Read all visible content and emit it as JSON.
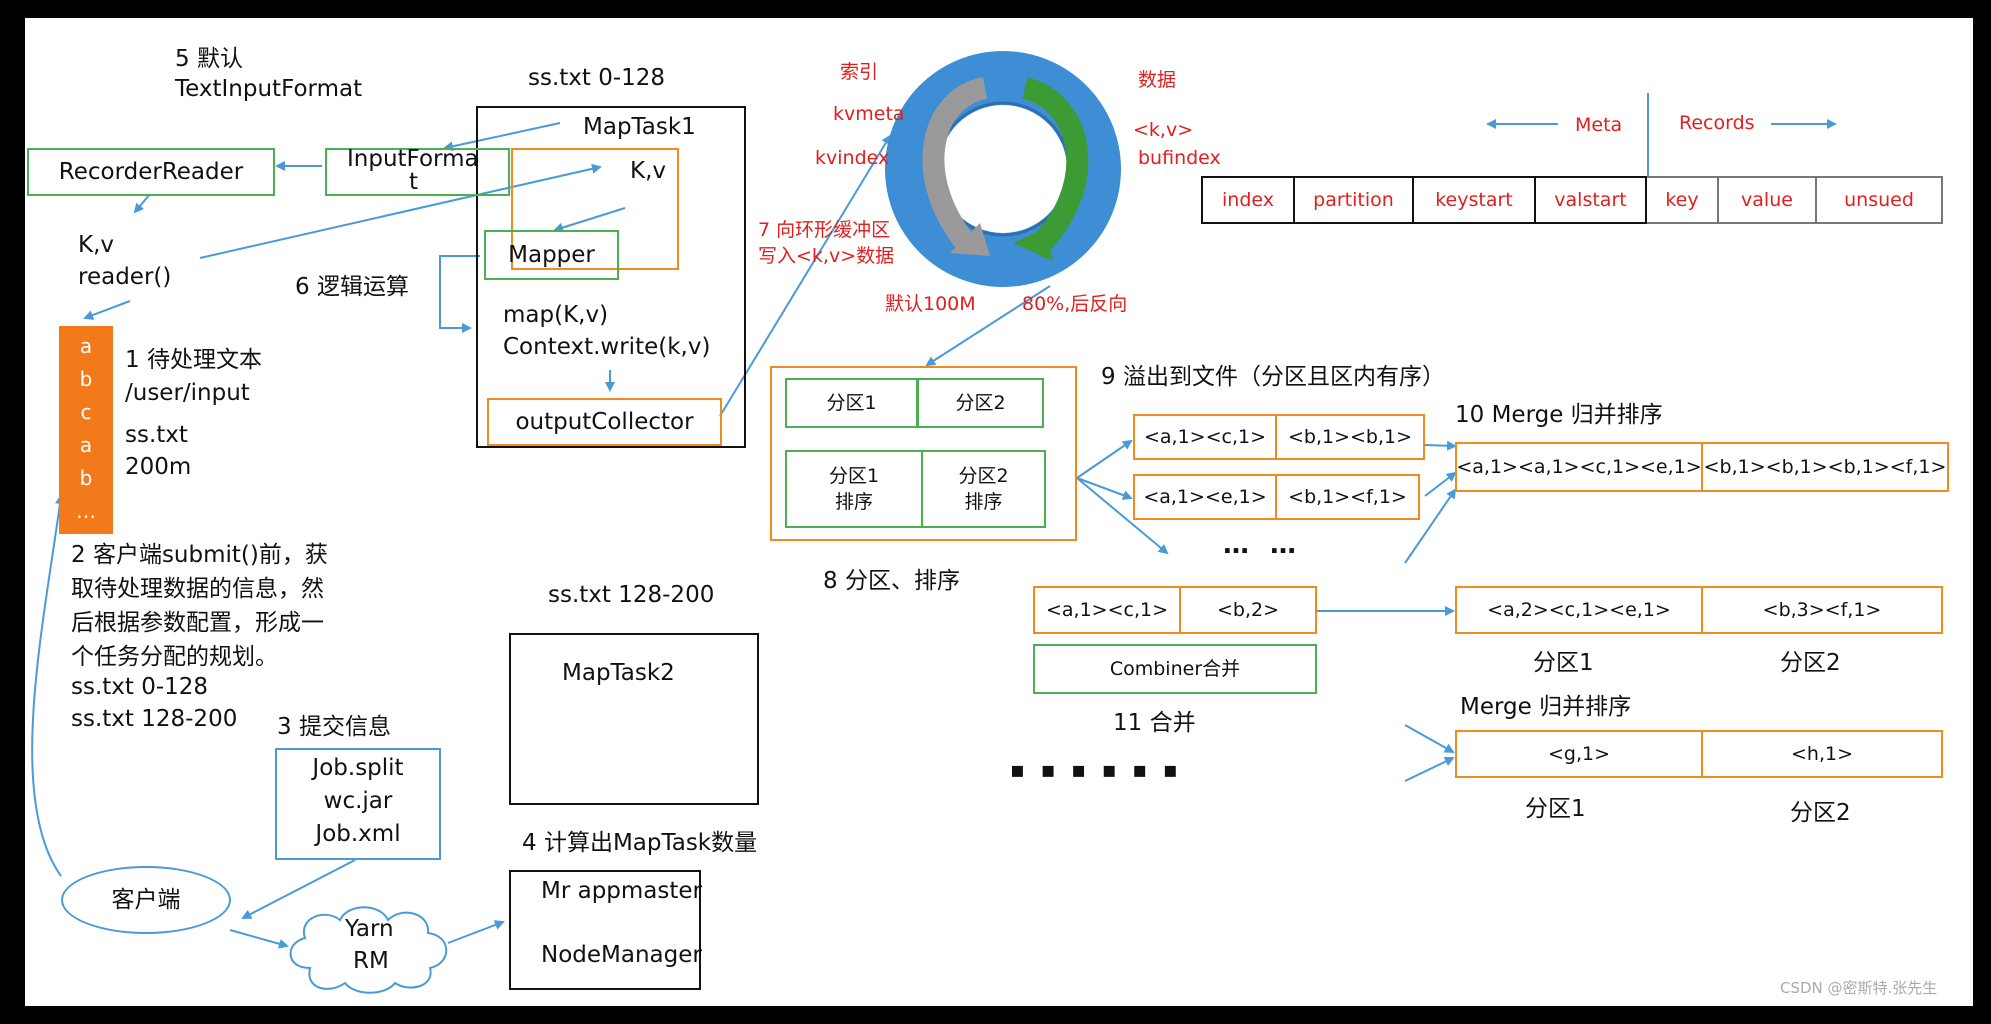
{
  "steps": {
    "s5_line1": "5 默认",
    "s5_line2": "TextInputFormat",
    "s6": "6 逻辑运算",
    "s1_line1": "1 待处理文本",
    "s1_line2": "/user/input",
    "s1_line3": "ss.txt",
    "s1_line4": "200m",
    "s2_line1": "2 客户端submit()前，获",
    "s2_line2": "取待处理数据的信息，然",
    "s2_line3": "后根据参数配置，形成一",
    "s2_line4": "个任务分配的规划。",
    "s2_line5": "ss.txt  0-128",
    "s2_line6": "ss.txt  128-200",
    "s3": "3 提交信息",
    "s4": "4 计算出MapTask数量",
    "s7_line1": "7 向环形缓冲区",
    "s7_line2": "写入<k,v>数据",
    "s8": "8 分区、排序",
    "s9": "9 溢出到文件（分区且区内有序）",
    "s10": "10 Merge 归并排序",
    "s11": "11 合并"
  },
  "maptask1": {
    "split": "ss.txt 0-128",
    "title": "MapTask1",
    "kv": "K,v",
    "mapper": "Mapper",
    "map_call": "map(K,v)",
    "write_call": "Context.write(k,v)",
    "collector": "outputCollector"
  },
  "input": {
    "recorder_reader": "RecorderReader",
    "input_format_line1": "InputForma",
    "input_format_line2": "t",
    "kv": "K,v",
    "reader": "reader()",
    "file_chars": [
      "a",
      "b",
      "c",
      "a",
      "b",
      "…"
    ]
  },
  "maptask2": {
    "split": "ss.txt 128-200",
    "title": "MapTask2"
  },
  "submit": {
    "files": [
      "Job.split",
      "wc.jar",
      "Job.xml"
    ],
    "client": "客户端",
    "yarn_line1": "Yarn",
    "yarn_line2": "RM",
    "appmaster": "Mr appmaster",
    "nodemanager": "NodeManager"
  },
  "ring": {
    "index_cn": "索引",
    "kvmeta": "kvmeta",
    "kvindex": "kvindex",
    "data_cn": "数据",
    "kv": "<k,v>",
    "bufindex": "bufindex",
    "default_size": "默认100M",
    "reverse": "80%,后反向"
  },
  "layout_table": {
    "meta": "Meta",
    "records": "Records",
    "cells": [
      "index",
      "partition",
      "keystart",
      "valstart",
      "key",
      "value",
      "unsued"
    ]
  },
  "partitions": {
    "p1": "分区1",
    "p2": "分区2",
    "p1_sort_line1": "分区1",
    "p1_sort_line2": "排序",
    "p2_sort_line1": "分区2",
    "p2_sort_line2": "排序"
  },
  "spill": {
    "file1": [
      "<a,1><c,1>",
      "<b,1><b,1>"
    ],
    "file2": [
      "<a,1><e,1>",
      "<b,1><f,1>"
    ],
    "dots": "… …"
  },
  "merge": {
    "row1": [
      "<a,1><a,1><c,1><e,1>",
      "<b,1><b,1><b,1><f,1>"
    ],
    "combine_input": [
      "<a,1><c,1>",
      "<b,2>"
    ],
    "combiner": "Combiner合并",
    "row2": [
      "<a,2><c,1><e,1>",
      "<b,3><f,1>"
    ],
    "row2_labels": [
      "分区1",
      "分区2"
    ],
    "merge2_title": "Merge 归并排序",
    "row3": [
      "<g,1>",
      "<h,1>"
    ],
    "row3_labels": [
      "分区1",
      "分区2"
    ],
    "big_dots": "▪ ▪ ▪   ▪ ▪ ▪"
  },
  "watermark": "CSDN @密斯特.张先生",
  "colors": {
    "green": "#4caf50",
    "orange": "#f28a1e",
    "blue": "#4a9ad8",
    "red": "#e02020"
  }
}
